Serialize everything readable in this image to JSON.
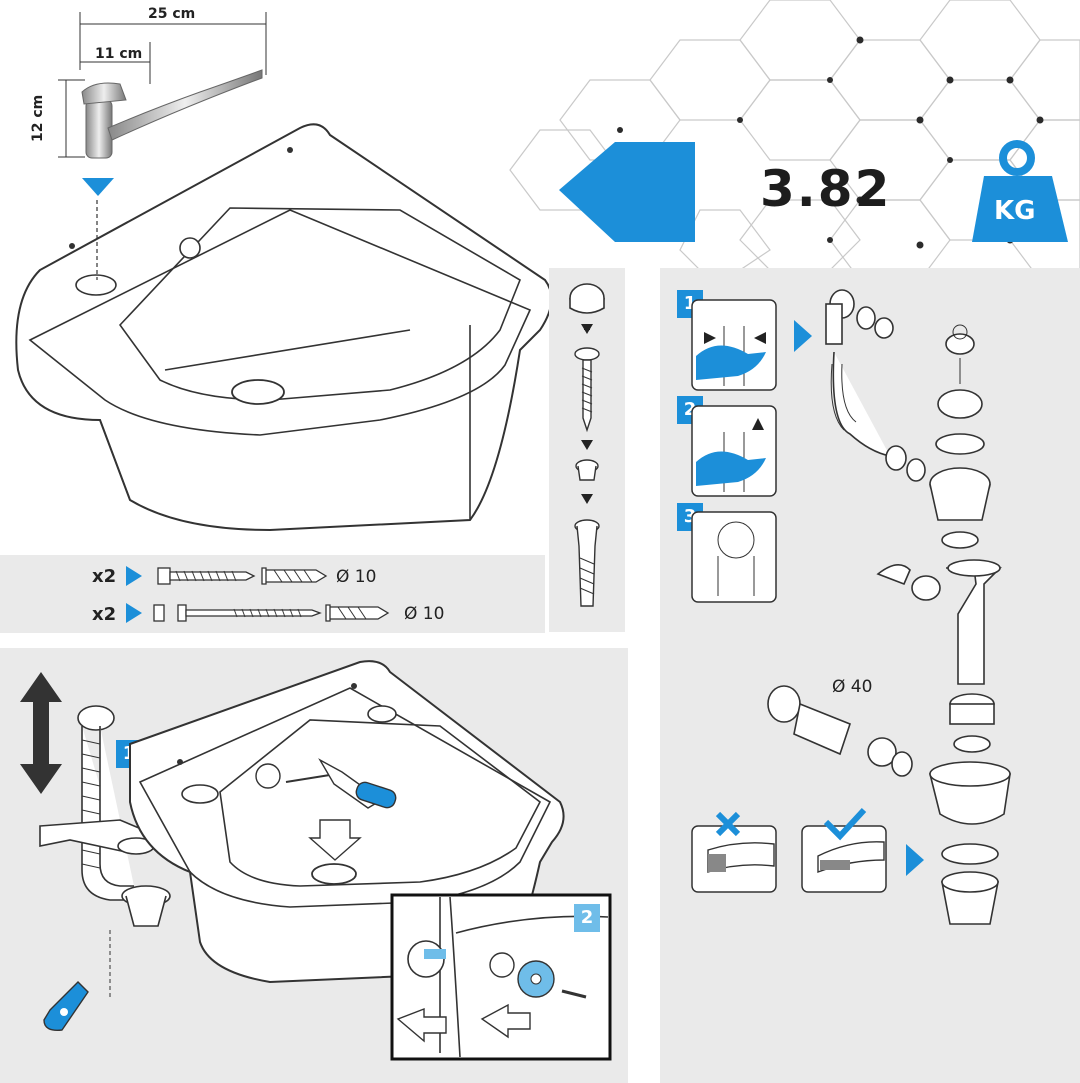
{
  "faucet_dims": {
    "width_total": "25 cm",
    "width_spout": "11 cm",
    "height": "12 cm"
  },
  "weight": {
    "value": "3.82",
    "unit": "KG"
  },
  "fixings": [
    {
      "qty": "x2",
      "diameter": "Ø 10"
    },
    {
      "qty": "x2",
      "diameter": "Ø 10"
    }
  ],
  "drain_steps": [
    "1",
    "2",
    "3"
  ],
  "drain_pipe_diameter": "Ø 40",
  "install_steps": [
    "1",
    "2",
    "3"
  ],
  "inset_step": "2",
  "colors": {
    "accent": "#1c8fd9",
    "panel": "#eaeaea",
    "line": "#333333"
  }
}
